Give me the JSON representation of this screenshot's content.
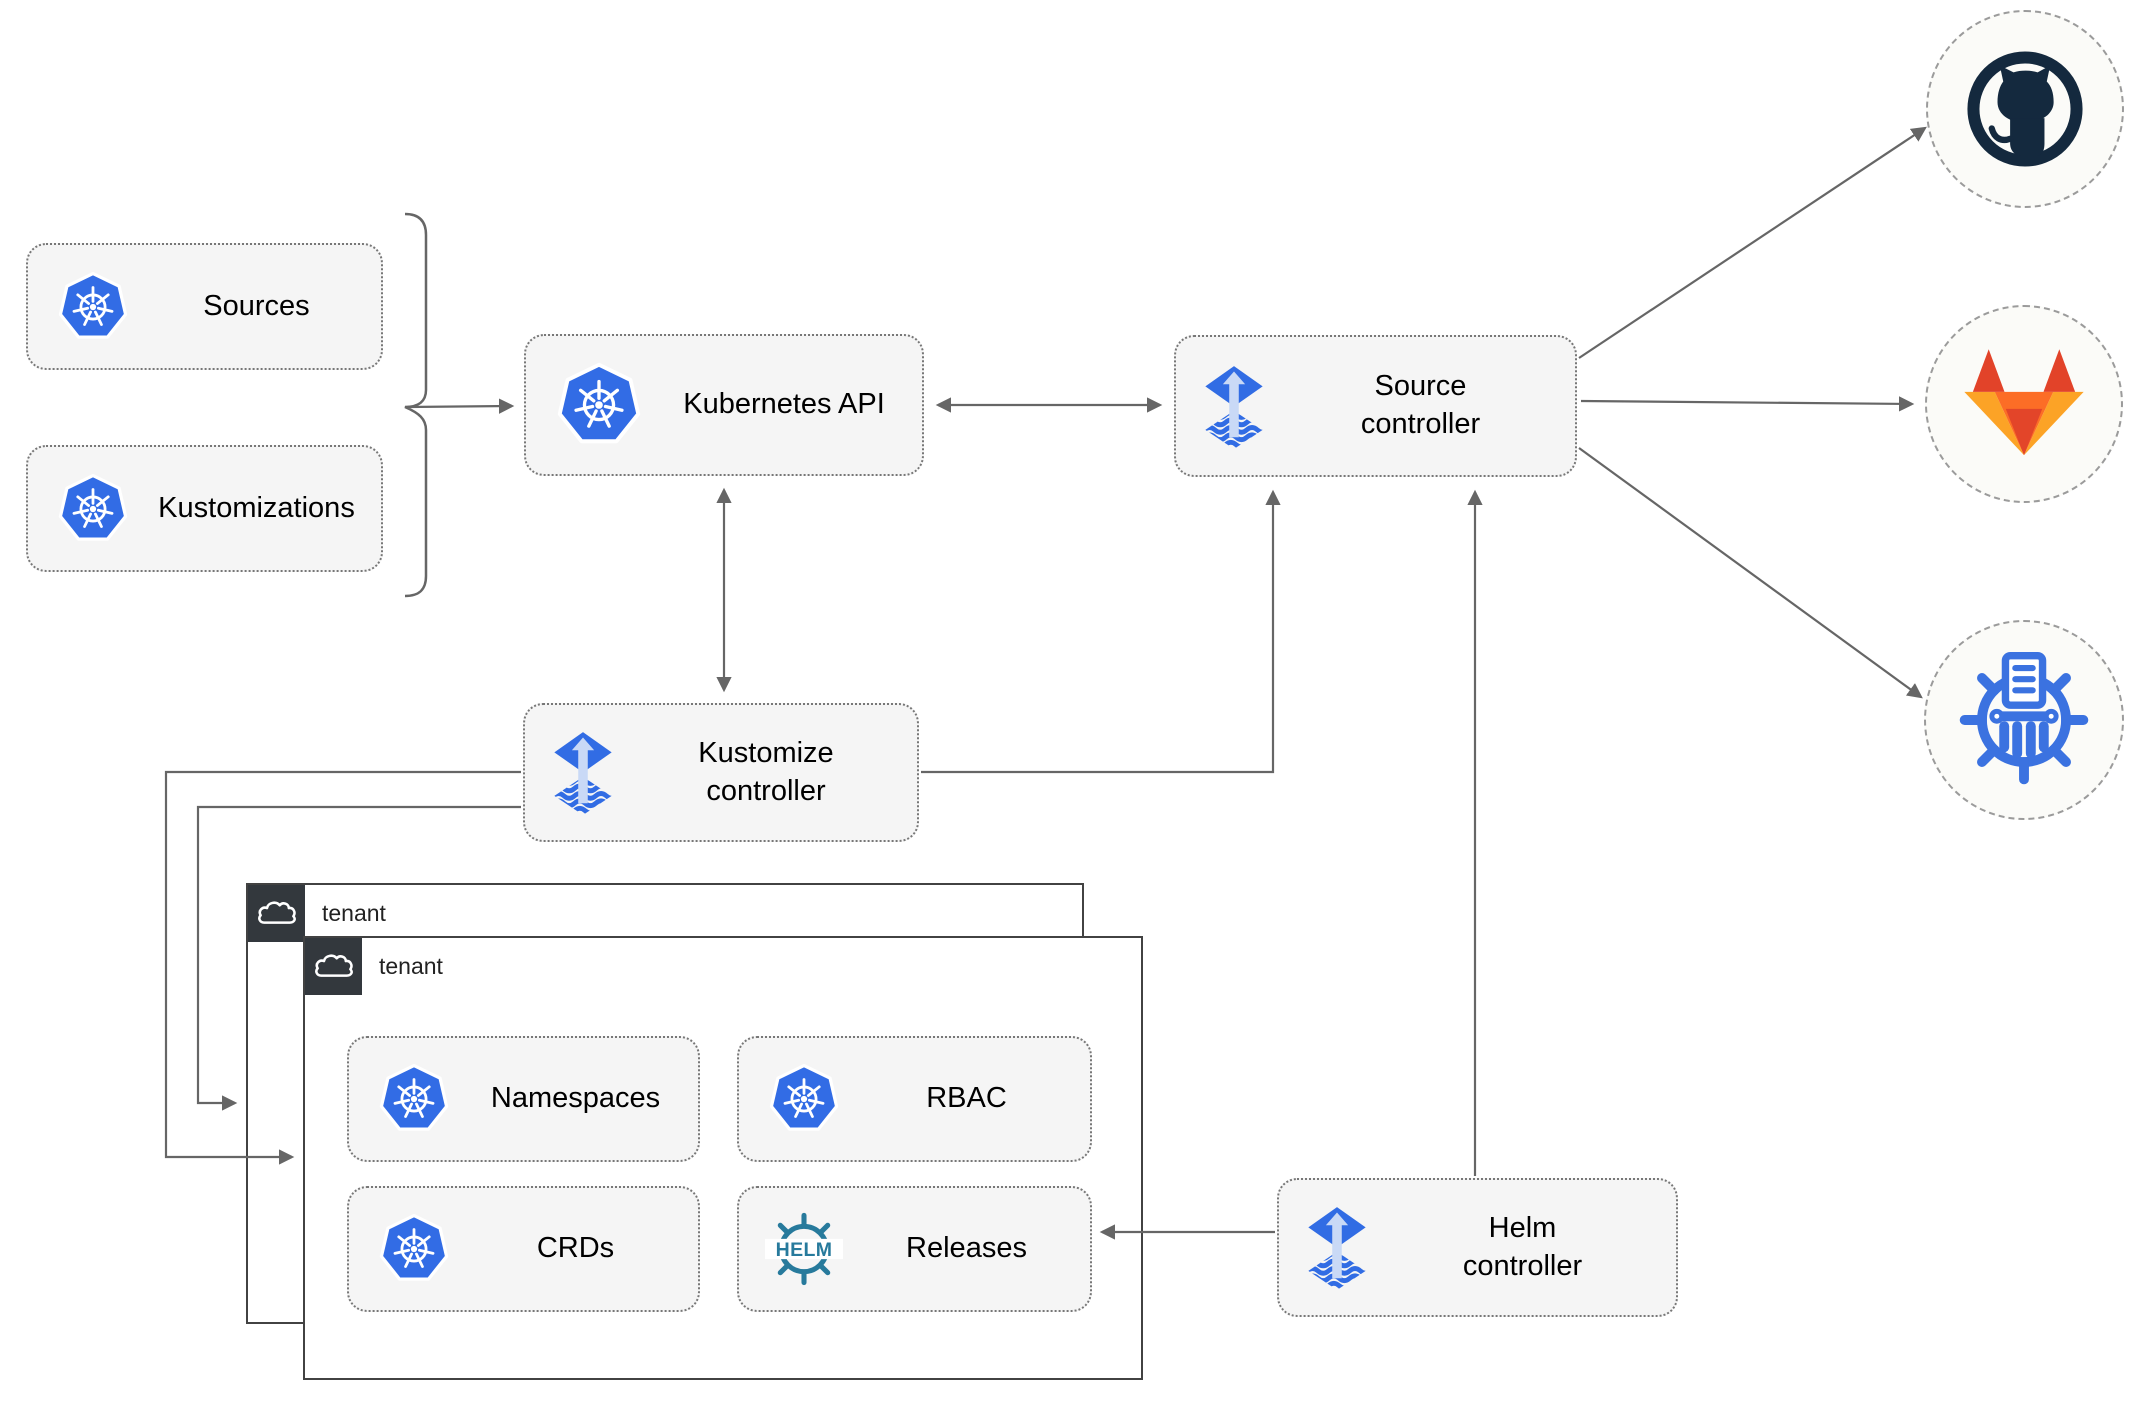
{
  "diagram": {
    "nodes": {
      "sources": {
        "label": "Sources",
        "icon": "kubernetes-icon"
      },
      "kustomizations": {
        "label": "Kustomizations",
        "icon": "kubernetes-icon"
      },
      "kubernetes_api": {
        "label": "Kubernetes API",
        "icon": "kubernetes-icon"
      },
      "source_controller": {
        "label": "Source controller",
        "icon": "flux-icon"
      },
      "kustomize_controller": {
        "label": "Kustomize controller",
        "icon": "flux-icon"
      },
      "helm_controller": {
        "label": "Helm controller",
        "icon": "flux-icon"
      },
      "namespaces": {
        "label": "Namespaces",
        "icon": "kubernetes-icon"
      },
      "rbac": {
        "label": "RBAC",
        "icon": "kubernetes-icon"
      },
      "crds": {
        "label": "CRDs",
        "icon": "kubernetes-icon"
      },
      "releases": {
        "label": "Releases",
        "icon": "helm-icon"
      }
    },
    "tenant_back": {
      "label": "tenant",
      "icon": "cloud-icon"
    },
    "tenant_front": {
      "label": "tenant",
      "icon": "cloud-icon"
    },
    "endpoints": {
      "github": {
        "icon": "github-icon"
      },
      "gitlab": {
        "icon": "gitlab-icon"
      },
      "chartmuseum": {
        "icon": "chartmuseum-icon"
      }
    },
    "icons": {
      "helm_wordmark": "HELM"
    },
    "colors": {
      "kubernetes_blue": "#326CE5",
      "flux_blue": "#316CE4",
      "flux_light_blue": "#C9D9F6",
      "helm_teal": "#277A9C",
      "chartmuseum_blue": "#3B72E0",
      "github_dark": "#14293E",
      "gitlab_red": "#E24329",
      "gitlab_orange": "#FC6D26",
      "gitlab_amber": "#FCA326",
      "connector_gray": "#666666",
      "node_fill": "#F5F5F5",
      "node_border": "#777777",
      "tenant_header_dark": "#33383D",
      "tenant_border": "#424242",
      "endpoint_fill": "#FBFBF8",
      "endpoint_border": "#9B9B9B"
    }
  }
}
